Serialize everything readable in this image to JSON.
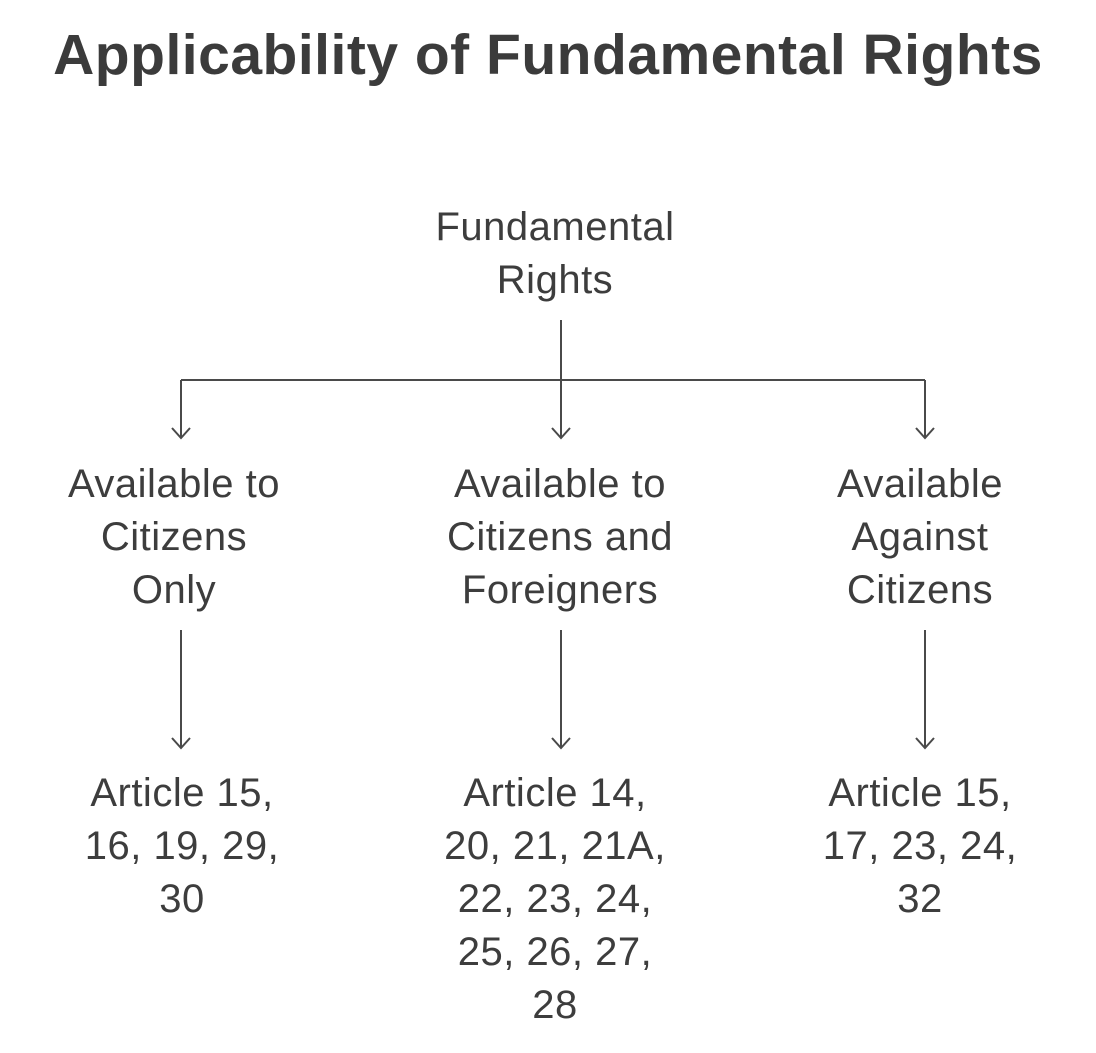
{
  "title": "Applicability of Fundamental Rights",
  "root": {
    "lines": [
      "Fundamental",
      "Rights"
    ]
  },
  "categories": [
    {
      "lines": [
        "Available to",
        "Citizens",
        "Only"
      ],
      "articles": [
        "Article 15,",
        "16, 19, 29,",
        "30"
      ]
    },
    {
      "lines": [
        "Available to",
        "Citizens and",
        "Foreigners"
      ],
      "articles": [
        "Article 14,",
        "20, 21, 21A,",
        "22, 23, 24,",
        "25, 26, 27,",
        "28"
      ]
    },
    {
      "lines": [
        "Available",
        "Against",
        "Citizens"
      ],
      "articles": [
        "Article 15,",
        "17, 23, 24,",
        "32"
      ]
    }
  ],
  "colors": {
    "text": "#3d3d3d",
    "title": "#3b3b3b",
    "connector": "#4a4a4a",
    "background": "#ffffff"
  }
}
